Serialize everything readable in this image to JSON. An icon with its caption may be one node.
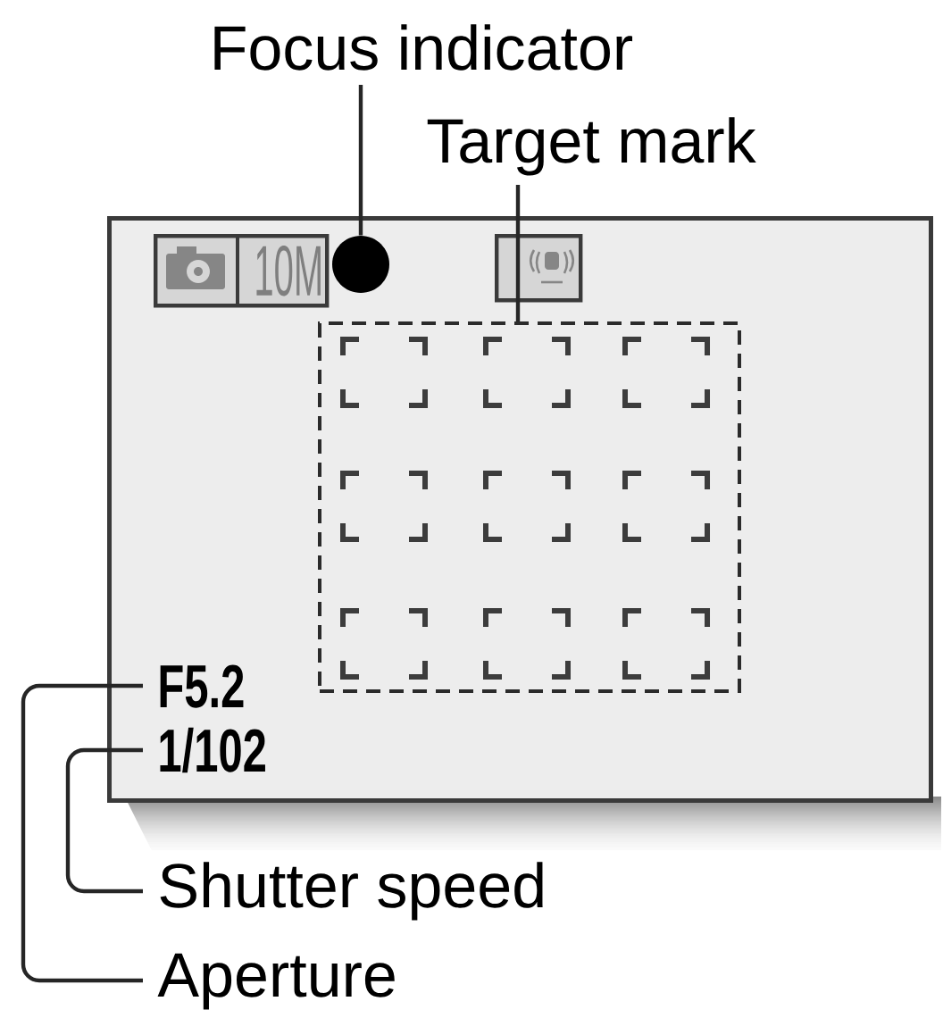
{
  "diagram": {
    "nodes": [
      {
        "text": [
          "Focus indicator"
        ]
      },
      {
        "text": [
          "Target mark"
        ]
      },
      {
        "text": [],
        "shape": "box"
      },
      {
        "text": [
          "10M"
        ],
        "in": 2
      },
      {
        "text": [],
        "shape": "circle",
        "in": 2
      },
      {
        "text": [],
        "shape": "box",
        "in": 2
      },
      {
        "text": [],
        "shape": "box",
        "in": 2
      },
      {
        "text": [
          "F5.2"
        ],
        "in": 2
      },
      {
        "text": [
          "1/102"
        ],
        "in": 2
      },
      {
        "text": [
          "Shutter speed"
        ]
      },
      {
        "text": [
          "Aperture"
        ]
      }
    ],
    "edges": [
      {
        "from": 0,
        "to": 4,
        "arrow": "none"
      },
      {
        "from": 1,
        "to": 6,
        "arrow": "none"
      },
      {
        "from": 9,
        "to": 8,
        "arrow": "none"
      },
      {
        "from": 10,
        "to": 7,
        "arrow": "none"
      }
    ]
  }
}
